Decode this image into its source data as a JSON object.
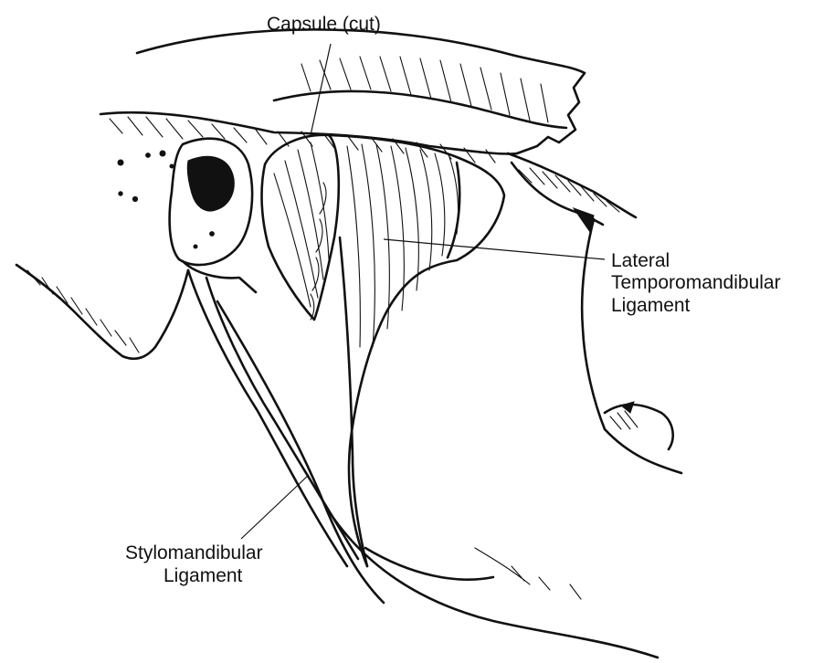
{
  "labels": {
    "capsule": "Capsule (cut)",
    "lateral_line1": "Lateral",
    "lateral_line2": "Temporomandibular",
    "lateral_line3": "Ligament",
    "stylo_line1": "Stylomandibular",
    "stylo_line2": "Ligament"
  },
  "colors": {
    "ink": "#111111",
    "paper": "#ffffff"
  }
}
